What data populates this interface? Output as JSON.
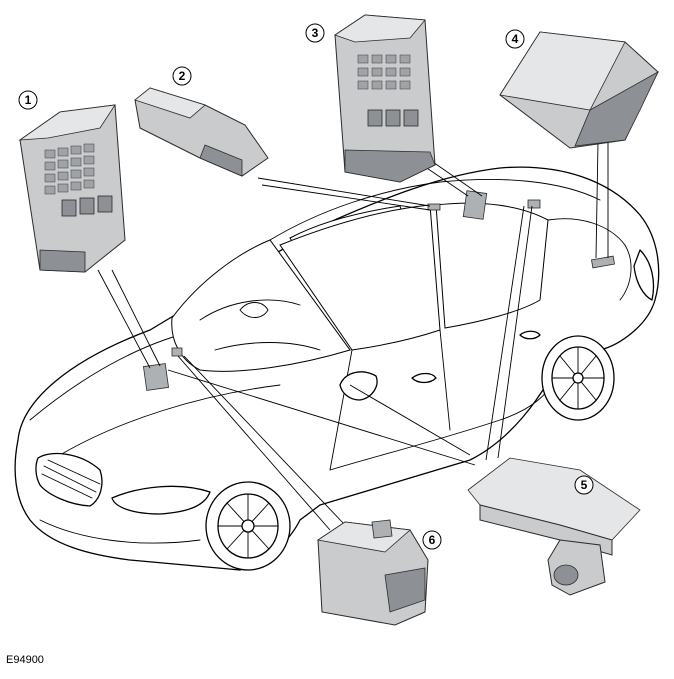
{
  "figure_id": "E94900",
  "callouts": [
    "1",
    "2",
    "3",
    "4",
    "5",
    "6"
  ]
}
